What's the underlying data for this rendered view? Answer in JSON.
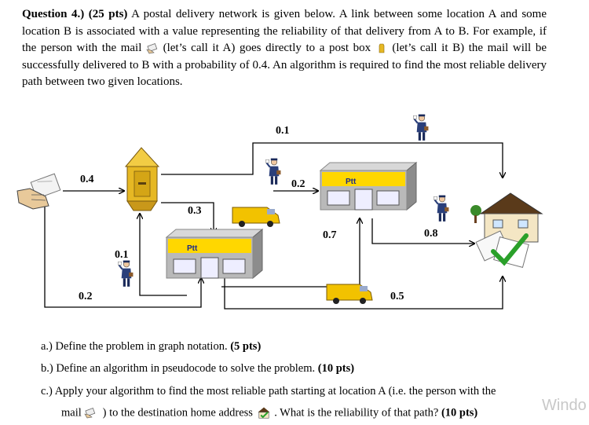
{
  "question": {
    "header": "Question 4.) (25 pts)",
    "text_1": " A postal delivery network is given below. A link between some location A and some location B is associated with a value representing the reliability of that delivery from A to B. For example, if the person with the mail ",
    "text_2": " (let’s call it A) goes directly to a post box ",
    "text_3": " (let’s call it B) the mail will be successfully delivered to B with a probability of 0.4. An algorithm is required to find the most reliable delivery path between two given locations."
  },
  "diagram": {
    "edge_labels": {
      "mail_to_postbox": "0.4",
      "mail_to_ptt_lower": "0.2",
      "postbox_to_ptt_lower": "0.3",
      "postbox_to_home": "0.1",
      "postman_to_ptt_upper": "0.2",
      "ptt_lower_to_postbox": "0.1",
      "ptt_lower_to_ptt_upper": "0.7",
      "ptt_upper_to_home": "0.8",
      "ptt_lower_to_home": "0.5"
    },
    "ptt_sign": "Ptt",
    "colors": {
      "ptt_yellow": "#ffd700",
      "building_gray": "#b9b9b9",
      "postbox_gold": "#e6b824"
    }
  },
  "parts": {
    "a": {
      "text": "a.) Define the problem in graph notation. ",
      "points": "(5 pts)"
    },
    "b": {
      "text": "b.) Define an algorithm in pseudocode to solve the problem. ",
      "points": "(10 pts)"
    },
    "c": {
      "text_1": "c.) Apply your algorithm to find the most reliable path starting at location A (i.e. the person with the",
      "text_2": "mail ",
      "text_3": ") to the destination home address ",
      "text_4": ". What is the reliability of that path? ",
      "points": "(10 pts)"
    }
  },
  "watermark": "Windo"
}
